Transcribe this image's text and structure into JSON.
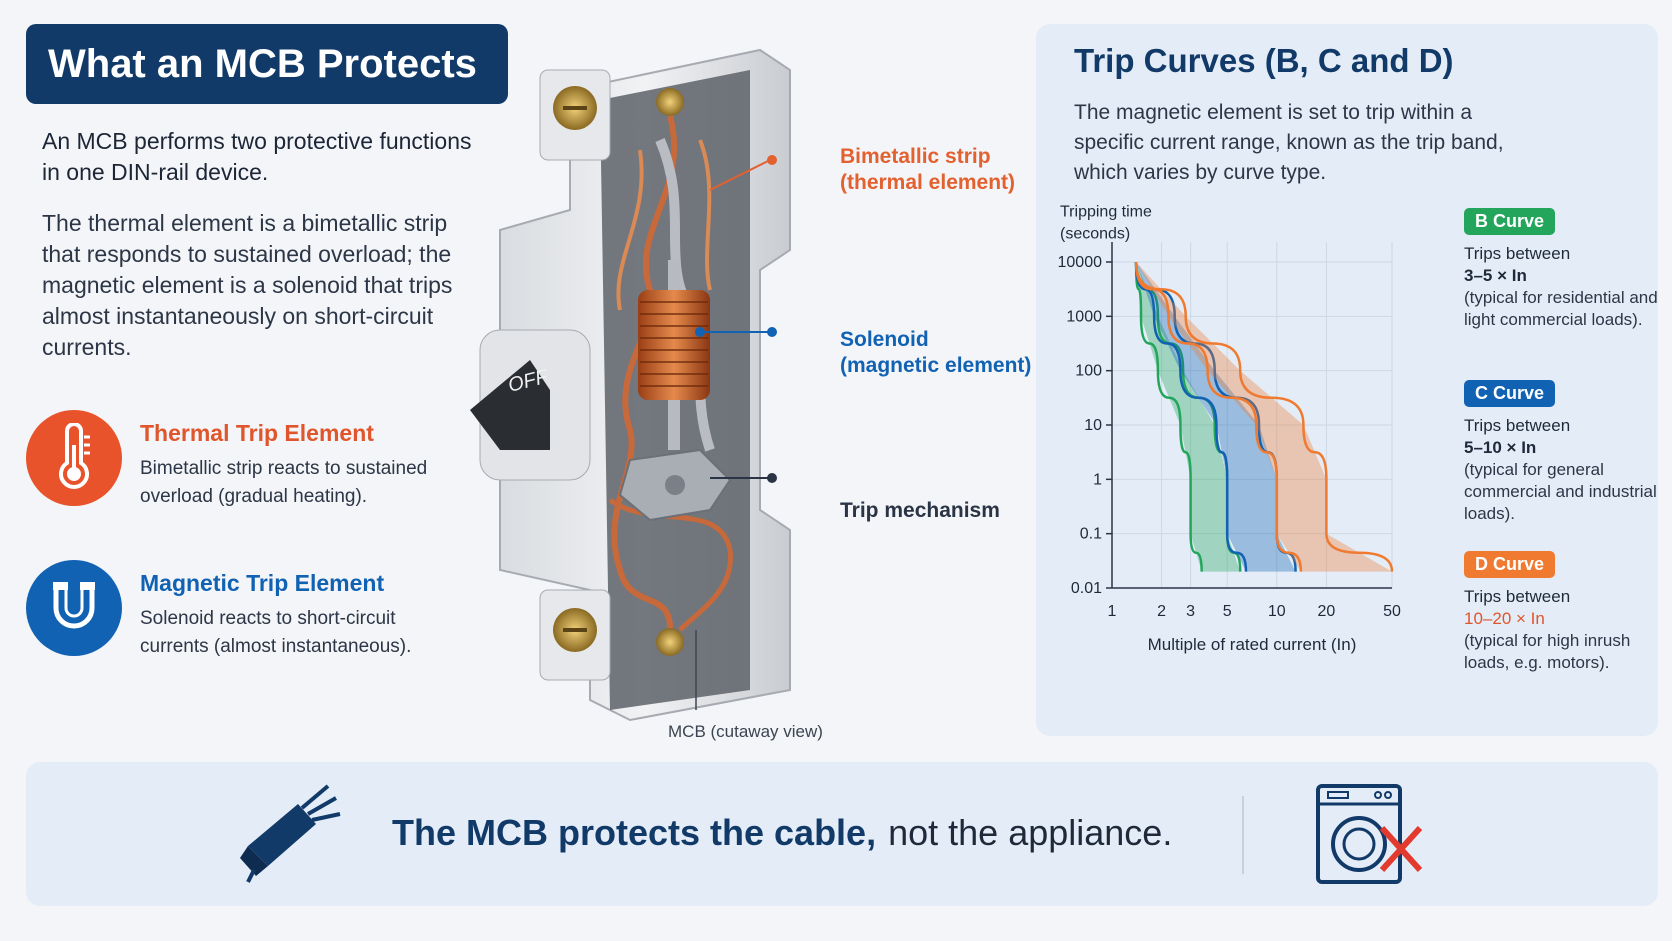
{
  "title": "What an MCB Protects",
  "intro": "An MCB performs two protective functions in one DIN-rail device.",
  "description": "The thermal element is a bimetallic strip that responds to sustained overload; the magnetic element is a solenoid that trips almost instantaneously on short-circuit currents.",
  "features": [
    {
      "title": "Thermal Trip Element",
      "text": "Bimetallic strip reacts to sustained overload (gradual heating).",
      "icon": "thermometer-icon",
      "color": "#e8532b"
    },
    {
      "title": "Magnetic Trip Element",
      "text": "Solenoid reacts to short-circuit currents (almost instantaneous).",
      "icon": "magnet-icon",
      "color": "#1262b3"
    }
  ],
  "device": {
    "switch_label": "OFF",
    "callouts": {
      "bimetal_1": "Bimetallic strip",
      "bimetal_2": "(thermal element)",
      "solenoid_1": "Solenoid",
      "solenoid_2": "(magnetic element)",
      "trip": "Trip mechanism"
    },
    "caption": "MCB (cutaway view)"
  },
  "trip_panel": {
    "title": "Trip Curves (B, C and D)",
    "description": "The magnetic element is set to trip within a specific current range, known as the trip band, which varies by curve type.",
    "curves": [
      {
        "badge": "B Curve",
        "color": "#23a65b",
        "line1": "Trips between",
        "range": "3–5 × In",
        "note": "(typical for residential and light commercial loads)."
      },
      {
        "badge": "C Curve",
        "color": "#1262b3",
        "line1": "Trips between",
        "range": "5–10 × In",
        "note": "(typical for general commercial and industrial loads)."
      },
      {
        "badge": "D Curve",
        "color": "#ef7a30",
        "line1": "Trips between",
        "range": "10–20 × In",
        "note": "(typical for high inrush loads, e.g. motors)."
      }
    ]
  },
  "chart_data": {
    "type": "area",
    "ylabel_1": "Tripping time",
    "ylabel_2": "(seconds)",
    "xlabel": "Multiple of rated current (In)",
    "x_scale": "log",
    "y_scale": "log",
    "x_ticks": [
      1,
      2,
      3,
      5,
      10,
      20,
      50
    ],
    "y_ticks": [
      10000,
      1000,
      100,
      10,
      1,
      0.1,
      0.01
    ],
    "y_tick_labels": [
      "10000",
      "1000",
      "100",
      "10",
      "1",
      "0.1",
      "0.01"
    ],
    "xlim": [
      1,
      50
    ],
    "ylim": [
      0.01,
      10000
    ],
    "grid": true,
    "series": [
      {
        "band": "B",
        "color": "#23a65b",
        "left": [
          [
            1.4,
            10000
          ],
          [
            1.5,
            1000
          ],
          [
            1.9,
            100
          ],
          [
            2.6,
            10
          ],
          [
            3,
            1
          ],
          [
            3,
            0.1
          ],
          [
            3.5,
            0.02
          ]
        ],
        "right": [
          [
            1.4,
            10000
          ],
          [
            1.9,
            1000
          ],
          [
            2.7,
            100
          ],
          [
            4.2,
            10
          ],
          [
            5,
            1
          ],
          [
            5,
            0.1
          ],
          [
            6,
            0.02
          ]
        ]
      },
      {
        "band": "C",
        "color": "#1262b3",
        "left": [
          [
            1.4,
            10000
          ],
          [
            1.8,
            1000
          ],
          [
            2.6,
            100
          ],
          [
            4.3,
            10
          ],
          [
            5,
            1
          ],
          [
            5,
            0.1
          ],
          [
            6.5,
            0.02
          ]
        ],
        "right": [
          [
            1.4,
            10000
          ],
          [
            2.4,
            1000
          ],
          [
            4.2,
            100
          ],
          [
            7.8,
            10
          ],
          [
            10,
            1
          ],
          [
            10,
            0.1
          ],
          [
            13,
            0.02
          ]
        ]
      },
      {
        "band": "D",
        "color": "#ef7a30",
        "left": [
          [
            1.4,
            10000
          ],
          [
            2.2,
            1000
          ],
          [
            3.8,
            100
          ],
          [
            7.5,
            10
          ],
          [
            10,
            1
          ],
          [
            10,
            0.1
          ],
          [
            14,
            0.02
          ]
        ],
        "right": [
          [
            1.4,
            10000
          ],
          [
            2.8,
            1000
          ],
          [
            6,
            100
          ],
          [
            14.5,
            10
          ],
          [
            20,
            1
          ],
          [
            20,
            0.1
          ],
          [
            50,
            0.02
          ]
        ]
      }
    ]
  },
  "bottom": {
    "bold": "The MCB protects the cable,",
    "light": "not the appliance.",
    "left_icon": "cable-icon",
    "right_icon": "washing-machine-crossed-icon"
  }
}
